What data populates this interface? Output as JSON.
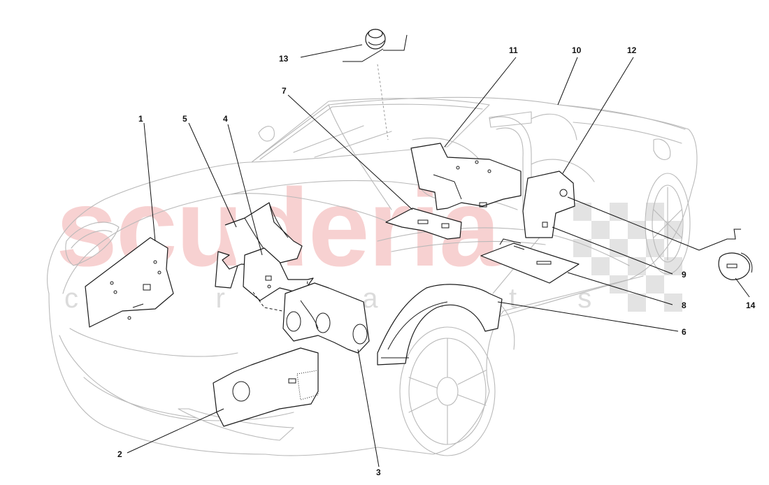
{
  "watermark": {
    "brand": "scuderia",
    "subtitle": "c a r   p a r t s"
  },
  "callouts": [
    {
      "id": "1",
      "label": "1"
    },
    {
      "id": "2",
      "label": "2"
    },
    {
      "id": "3",
      "label": "3"
    },
    {
      "id": "4",
      "label": "4"
    },
    {
      "id": "5",
      "label": "5"
    },
    {
      "id": "6",
      "label": "6"
    },
    {
      "id": "7",
      "label": "7"
    },
    {
      "id": "8",
      "label": "8"
    },
    {
      "id": "9",
      "label": "9"
    },
    {
      "id": "10",
      "label": "10"
    },
    {
      "id": "11",
      "label": "11"
    },
    {
      "id": "12",
      "label": "12"
    },
    {
      "id": "13",
      "label": "13"
    },
    {
      "id": "14",
      "label": "14"
    }
  ],
  "colors": {
    "background": "#ffffff",
    "car_outline": "#b9b9b9",
    "part_outline": "#1a1a1a",
    "watermark": "#f6c9c9"
  }
}
